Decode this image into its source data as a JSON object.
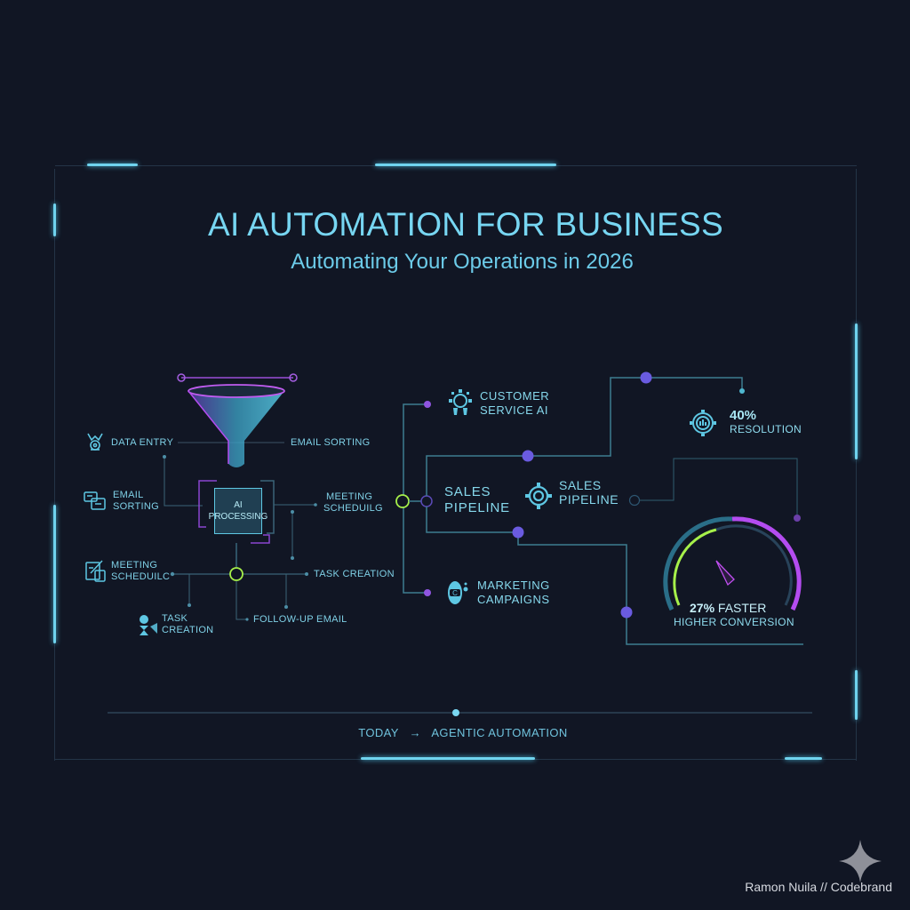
{
  "header": {
    "title": "AI AUTOMATION FOR BUSINESS",
    "subtitle": "Automating Your Operations in 2026"
  },
  "left_diagram": {
    "center_node": {
      "line1": "AI",
      "line2": "PROCESSING"
    },
    "icon_labels": [
      {
        "icon": "robot-hand-icon",
        "text": "DATA ENTRY"
      },
      {
        "icon": "chat-bubbles-icon",
        "line1": "EMAIL",
        "line2": "SORTING"
      },
      {
        "icon": "edit-document-icon",
        "line1": "MEETING",
        "line2": "SCHEDUILC"
      },
      {
        "icon": "person-send-icon",
        "line1": "TASK",
        "line2": "CREATION"
      }
    ],
    "branch_labels": [
      {
        "text": "EMAIL SORTING"
      },
      {
        "line1": "MEETING",
        "line2": "SCHEDUILG"
      },
      {
        "text": "TASK CREATION"
      },
      {
        "text": "FOLLOW-UP EMAIL"
      }
    ]
  },
  "right_diagram": {
    "nodes": [
      {
        "icon": "gear-people-icon",
        "line1": "CUSTOMER",
        "line2": "SERVICE AI"
      },
      {
        "line1": "SALES",
        "line2": "PIPELINE"
      },
      {
        "icon": "gear-icon",
        "line1": "SALES",
        "line2": "PIPELINE"
      },
      {
        "icon": "megaphone-bot-icon",
        "line1": "MARKETING",
        "line2": "CAMPAIGNS"
      }
    ],
    "stat": {
      "icon": "gear-chart-icon",
      "value": "40%",
      "label": "RESOLUTION"
    },
    "gauge": {
      "value": "27%",
      "value_suffix": "FASTER",
      "label": "HIGHER CONVERSION"
    }
  },
  "timeline": {
    "start_label": "TODAY",
    "arrow": "→",
    "end_label": "AGENTIC AUTOMATION",
    "progress_percent": 50
  },
  "footer": {
    "credit": "Ramon Nuila // Codebrand",
    "logo_icon": "sparkle-star-icon"
  },
  "colors": {
    "background": "#111624",
    "cyan": "#6fd3ee",
    "purple": "#b14cf0",
    "violet_node": "#6a5be0",
    "lime": "#a6f04a"
  }
}
